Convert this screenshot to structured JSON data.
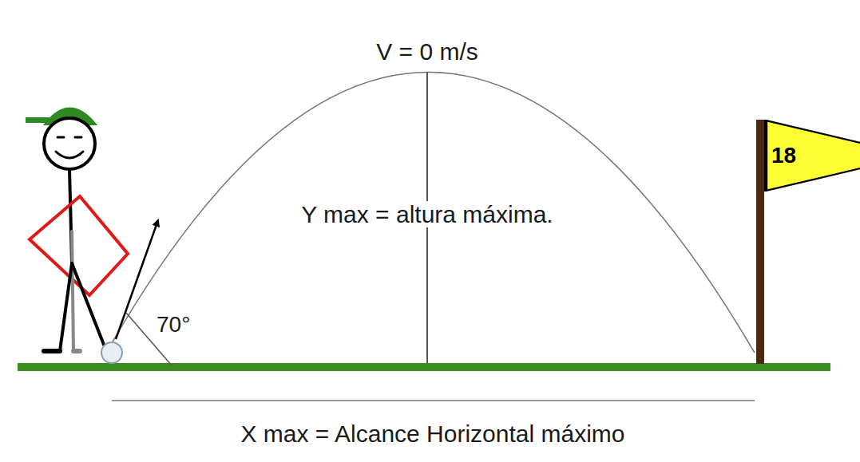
{
  "diagram": {
    "nodes": [
      {
        "text": [
          "18"
        ]
      }
    ],
    "labels": [
      "V = 0 m/s",
      "Y max = altura máxima.",
      "70°",
      "X max = Alcance Horizontal máximo"
    ]
  }
}
